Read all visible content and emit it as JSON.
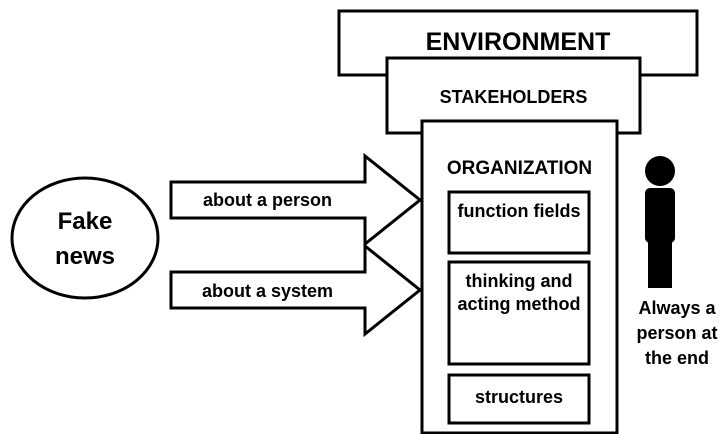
{
  "environment": {
    "label": "ENVIRONMENT"
  },
  "stakeholders": {
    "label": "STAKEHOLDERS"
  },
  "organization": {
    "label": "ORGANIZATION",
    "items": [
      {
        "label": "function fields"
      },
      {
        "label": "thinking and acting method"
      },
      {
        "label": "structures"
      }
    ]
  },
  "fake_news": {
    "label": "Fake news"
  },
  "arrows": [
    {
      "label": "about a person"
    },
    {
      "label": "about a system"
    }
  ],
  "person": {
    "caption": "Always a person at the end",
    "icon": "person-silhouette-icon"
  }
}
